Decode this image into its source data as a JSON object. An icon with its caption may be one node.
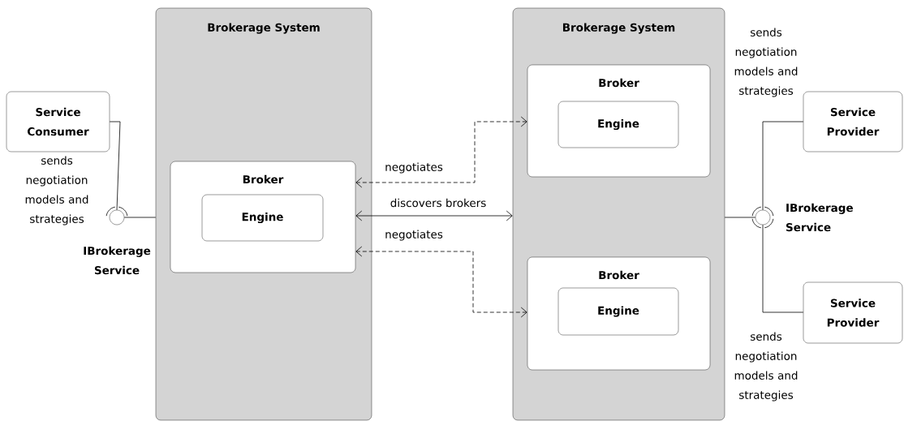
{
  "diagram": {
    "nodes": [
      {
        "text": [
          "Brokerage System"
        ]
      },
      {
        "text": [
          "Broker"
        ],
        "in": 0
      },
      {
        "text": [
          "Engine"
        ],
        "in": 1
      },
      {
        "text": [
          "Brokerage System"
        ]
      },
      {
        "text": [
          "Broker"
        ],
        "in": 3
      },
      {
        "text": [
          "Engine"
        ],
        "in": 4
      },
      {
        "text": [
          "Broker"
        ],
        "in": 3
      },
      {
        "text": [
          "Engine"
        ],
        "in": 6
      },
      {
        "text": [
          "Service Consumer"
        ],
        "beside": [
          "sends negotiation models and strategies"
        ]
      },
      {
        "text": [
          "Service Provider"
        ],
        "beside": [
          "sends negotiation models and strategies"
        ]
      },
      {
        "text": [
          "Service Provider"
        ],
        "beside": [
          "sends negotiation models and strategies"
        ]
      },
      {
        "text": [
          "IBrokerage Service"
        ]
      },
      {
        "text": [
          "IBrokerage Service"
        ]
      }
    ],
    "edges": [
      {
        "from": 8,
        "to": 11,
        "arrow": "none"
      },
      {
        "from": 11,
        "to": 0,
        "arrow": "none"
      },
      {
        "from": 4,
        "to": 1,
        "arrow": "both",
        "style": "dashed",
        "label": "negotiates"
      },
      {
        "from": 1,
        "to": 3,
        "arrow": "both",
        "label": "discovers brokers"
      },
      {
        "from": 6,
        "to": 1,
        "arrow": "both",
        "style": "dashed",
        "label": "negotiates"
      },
      {
        "from": 3,
        "to": 12,
        "arrow": "none"
      },
      {
        "from": 9,
        "to": 12,
        "arrow": "none"
      },
      {
        "from": 10,
        "to": 12,
        "arrow": "none"
      }
    ]
  }
}
